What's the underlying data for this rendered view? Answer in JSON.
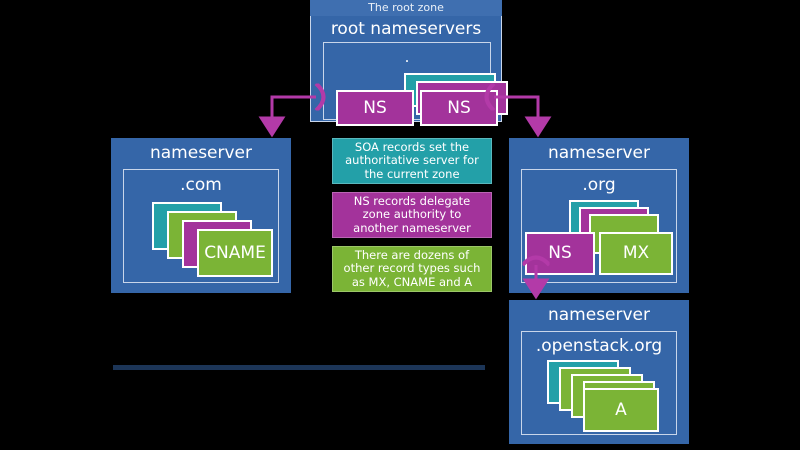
{
  "root": {
    "band_label": "The root zone",
    "title": "root nameservers",
    "zone_label": ".",
    "records": [
      {
        "type": "SOA",
        "color": "#23a0a8",
        "label": ""
      },
      {
        "type": "NS",
        "color": "#a3339b",
        "label": ""
      },
      {
        "type": "NS",
        "color": "#a3339b",
        "label": "NS"
      },
      {
        "type": "NS",
        "color": "#a3339b",
        "label": "NS"
      }
    ]
  },
  "com": {
    "title": "nameserver",
    "zone_label": ".com",
    "records": [
      {
        "color": "#23a0a8",
        "label": ""
      },
      {
        "color": "#7bb436",
        "label": ""
      },
      {
        "color": "#a3339b",
        "label": ""
      },
      {
        "color": "#7bb436",
        "label": "CNAME"
      }
    ]
  },
  "org": {
    "title": "nameserver",
    "zone_label": ".org",
    "records": [
      {
        "color": "#23a0a8",
        "label": ""
      },
      {
        "color": "#a3339b",
        "label": ""
      },
      {
        "color": "#7bb436",
        "label": ""
      },
      {
        "color": "#a3339b",
        "label": "NS"
      },
      {
        "color": "#7bb436",
        "label": "MX"
      }
    ]
  },
  "openstack": {
    "title": "nameserver",
    "zone_label": ".openstack.org",
    "records": [
      {
        "color": "#23a0a8",
        "label": ""
      },
      {
        "color": "#7bb436",
        "label": ""
      },
      {
        "color": "#7bb436",
        "label": ""
      },
      {
        "color": "#7bb436",
        "label": ""
      },
      {
        "color": "#7bb436",
        "label": "A"
      }
    ]
  },
  "legend": {
    "soa": "SOA records set the authoritative server for the current zone",
    "ns": "NS records delegate zone authority to another nameserver",
    "other": "There are dozens of other record types such as MX, CNAME and A"
  },
  "colors": {
    "zone_blue": "#3566a8",
    "band_blue": "#3f6fb0",
    "teal": "#23a0a8",
    "magenta": "#a3339b",
    "green": "#7bb436",
    "rule": "#1c3557",
    "border": "#c9d6ea"
  }
}
